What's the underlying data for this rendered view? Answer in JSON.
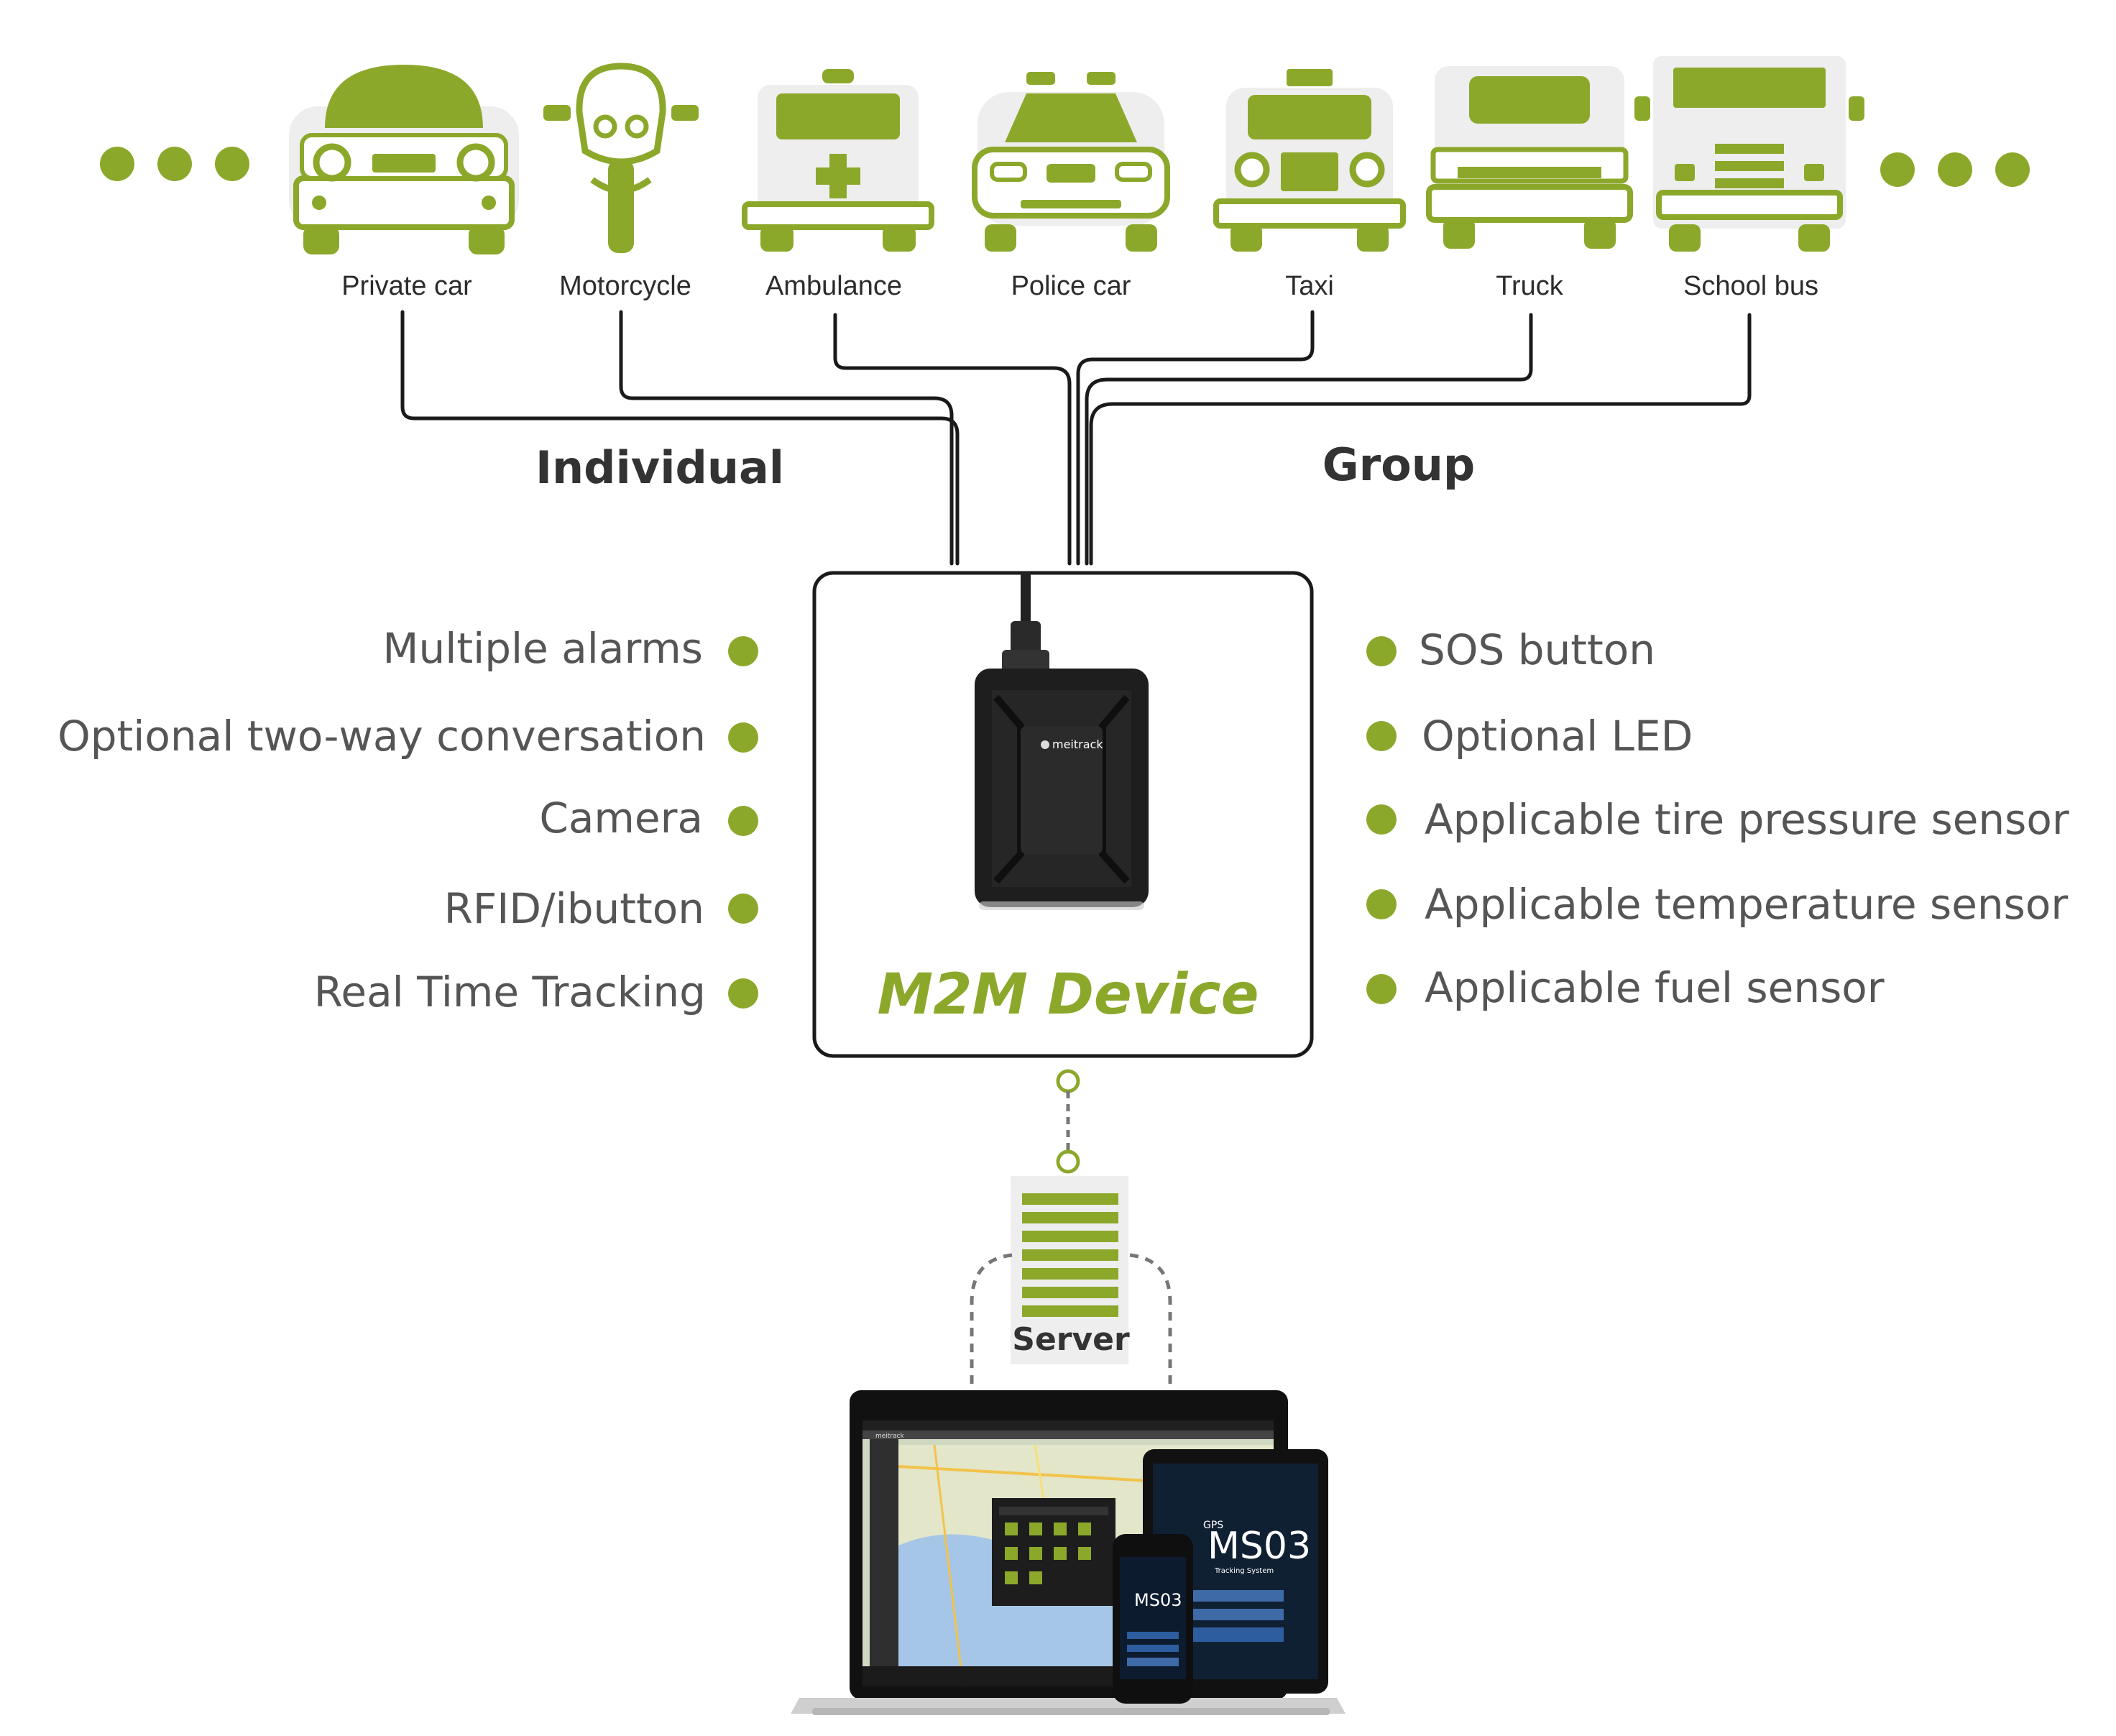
{
  "vehicles": [
    {
      "label": "Private car",
      "icon": "private-car-icon"
    },
    {
      "label": "Motorcycle",
      "icon": "motorcycle-icon"
    },
    {
      "label": "Ambulance",
      "icon": "ambulance-icon"
    },
    {
      "label": "Police car",
      "icon": "police-car-icon"
    },
    {
      "label": "Taxi",
      "icon": "taxi-icon"
    },
    {
      "label": "Truck",
      "icon": "truck-icon"
    },
    {
      "label": "School bus",
      "icon": "school-bus-icon"
    }
  ],
  "groups": {
    "individual": "Individual",
    "group": "Group"
  },
  "features_left": [
    "Multiple alarms",
    "Optional two-way conversation",
    "Camera",
    "RFID/ibutton",
    "Real Time Tracking"
  ],
  "features_right": [
    "SOS button",
    "Optional LED",
    "Applicable tire pressure sensor",
    "Applicable temperature sensor",
    "Applicable fuel sensor"
  ],
  "device": {
    "title": "M2M Device",
    "brand": "meitrack"
  },
  "server": {
    "label": "Server"
  },
  "screens": {
    "app_brand": "MS03",
    "app_prefix": "GPS",
    "app_subtitle": "Tracking System",
    "laptop_brand": "meitrack"
  },
  "colors": {
    "accent": "#8ca82b",
    "accent_light": "#dfe6c6",
    "dark": "#1e1e1e",
    "line": "#1a1a1a",
    "text_gray": "#555555"
  }
}
